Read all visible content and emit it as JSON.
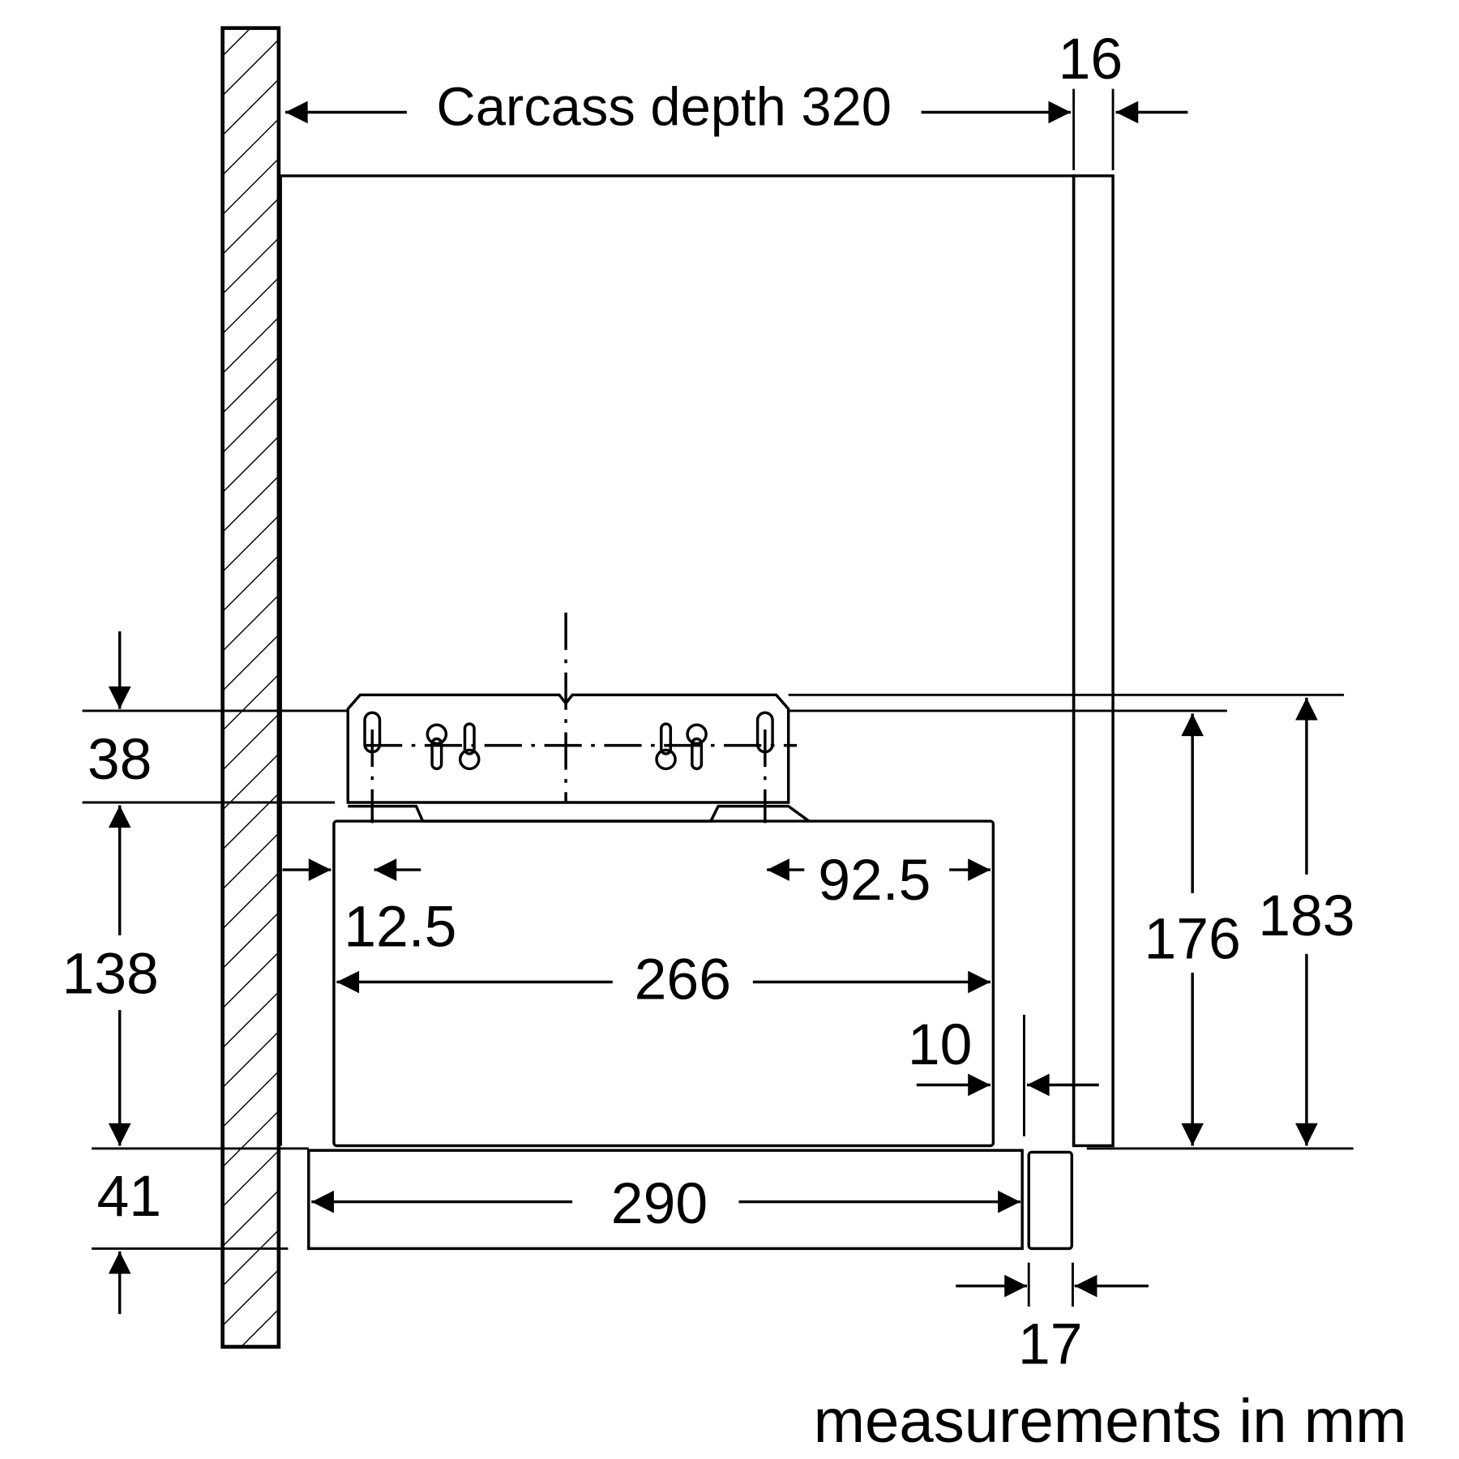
{
  "diagram": {
    "carcass_depth_label": "Carcass depth 320",
    "dim_16": "16",
    "dim_38": "38",
    "dim_138": "138",
    "dim_41": "41",
    "dim_12_5": "12.5",
    "dim_92_5": "92.5",
    "dim_266": "266",
    "dim_10": "10",
    "dim_176": "176",
    "dim_183": "183",
    "dim_290": "290",
    "dim_17": "17",
    "units_note": "measurements in mm"
  }
}
